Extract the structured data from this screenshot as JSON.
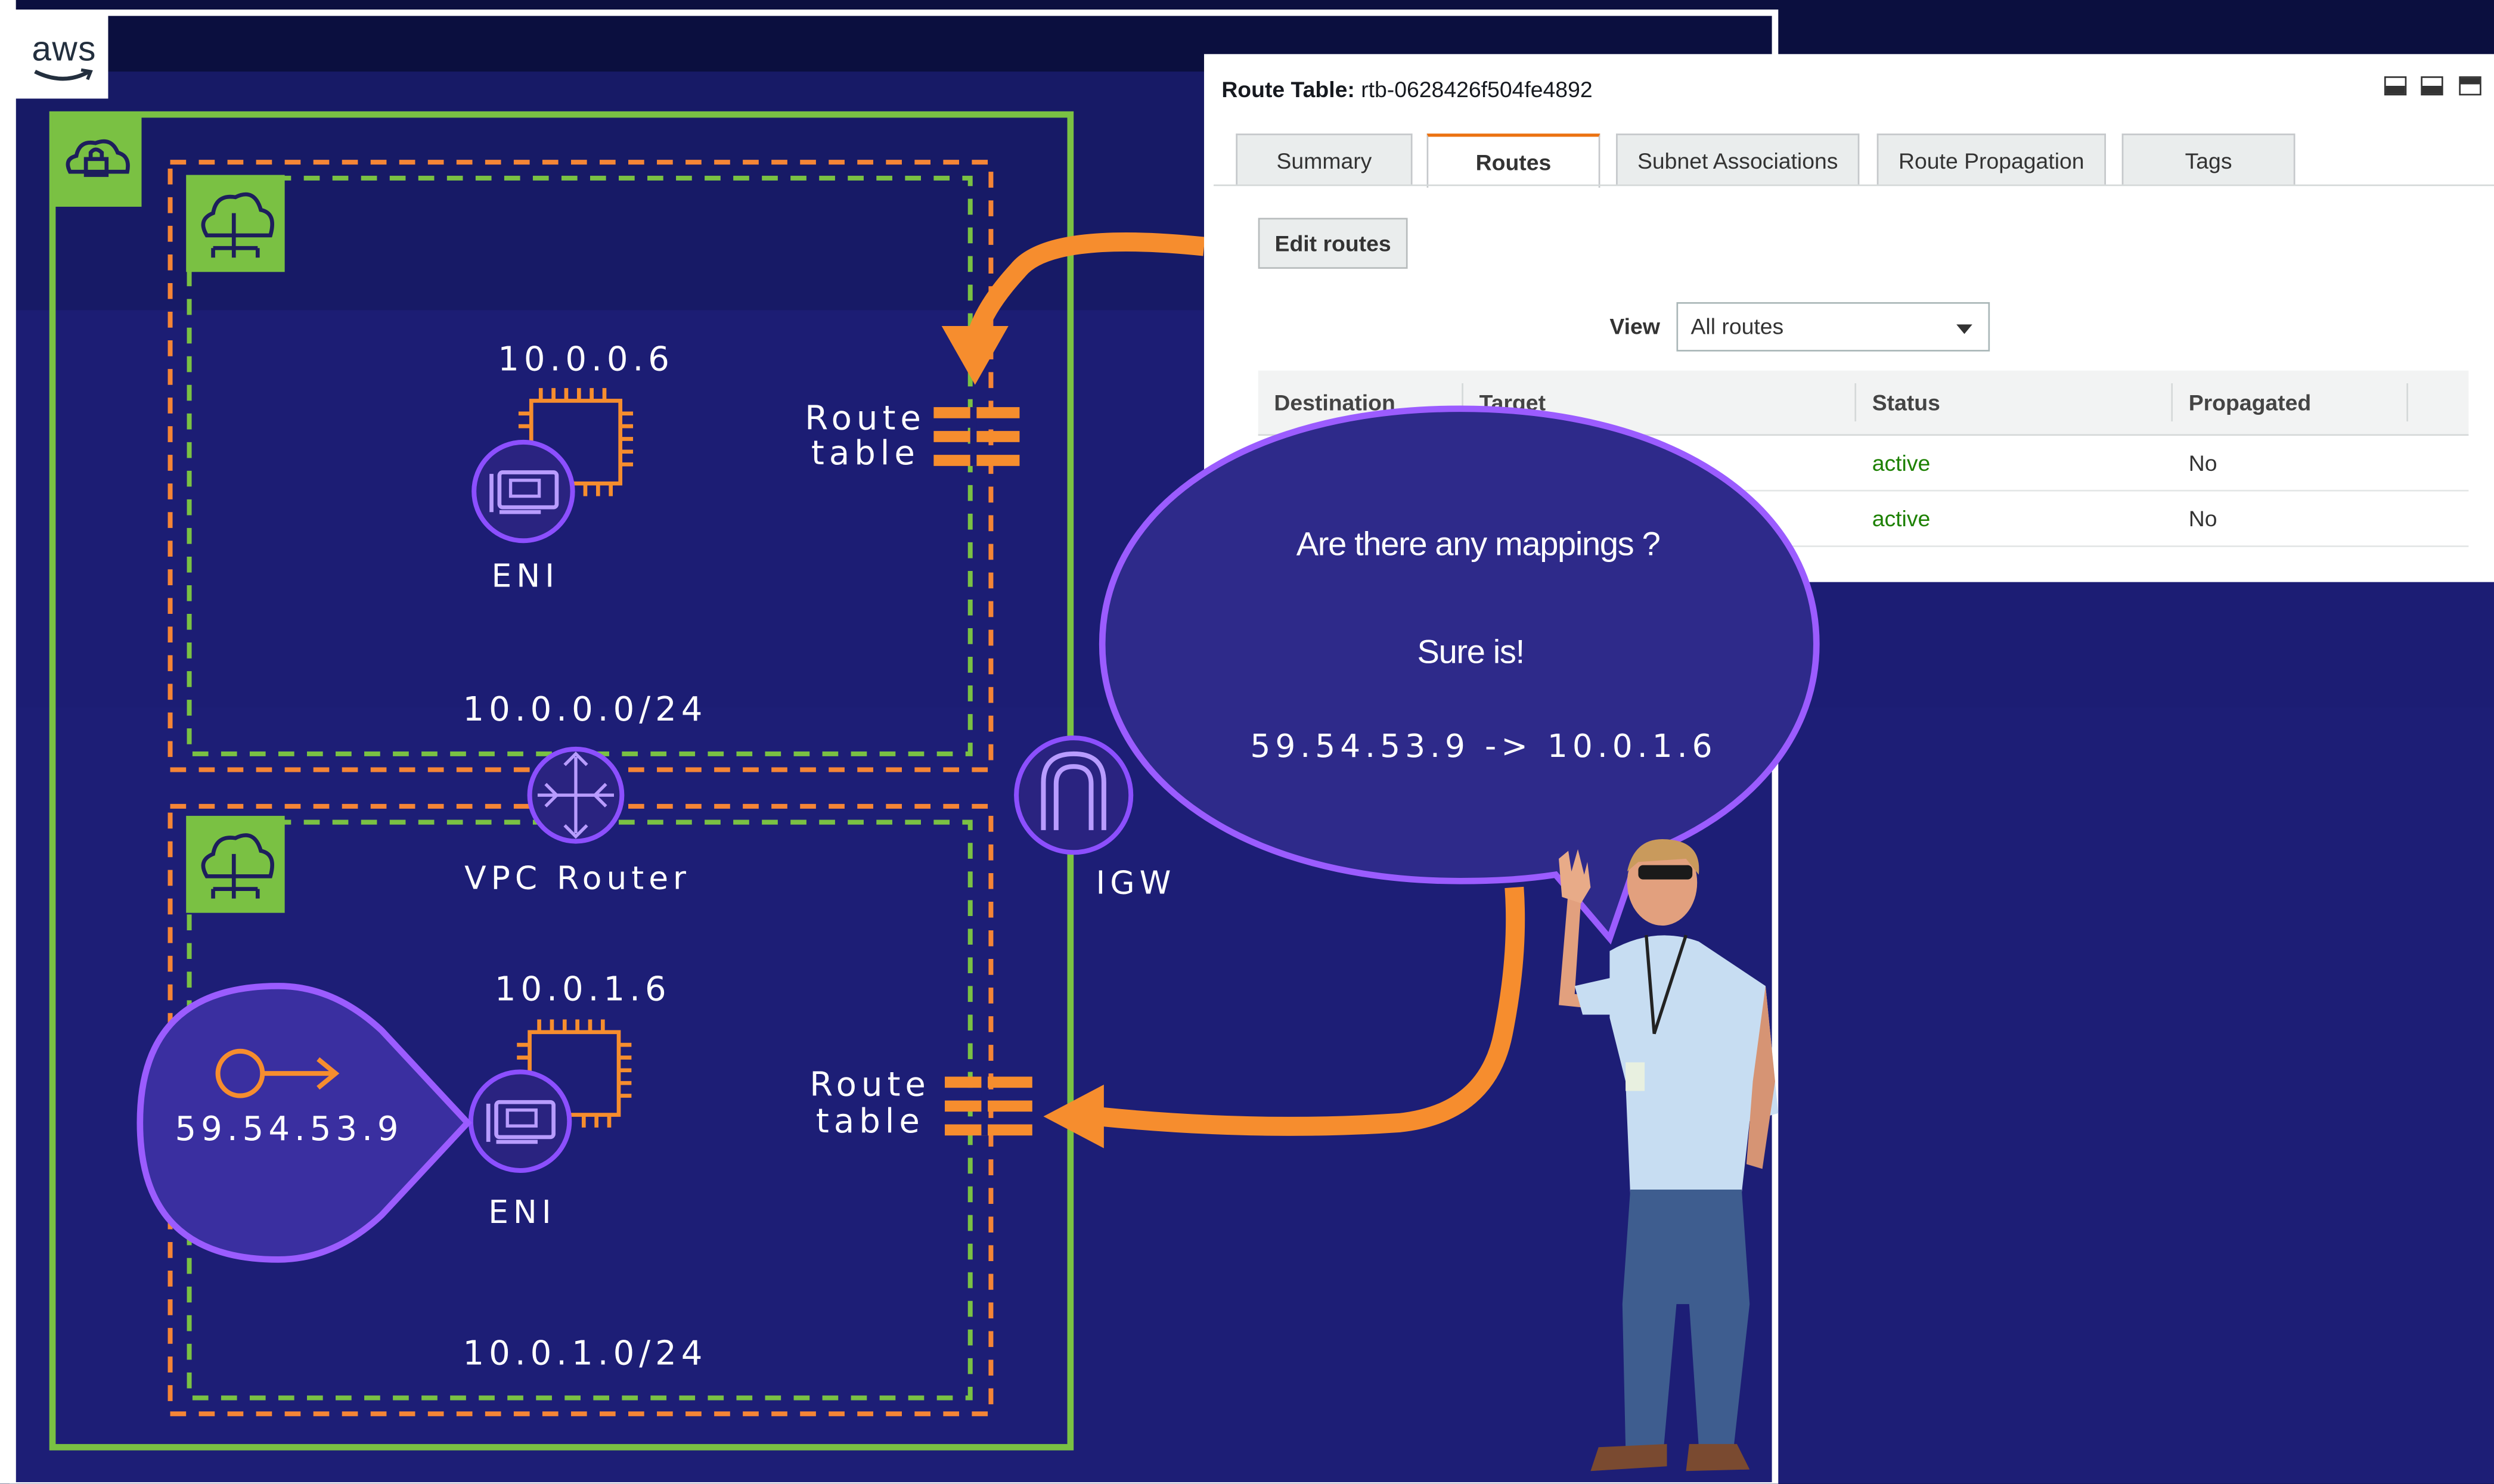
{
  "aws_logo": "aws",
  "diagram": {
    "subnet_1": {
      "eni_ip": "10.0.0.6",
      "eni_label": "ENI",
      "route_table_label_line1": "Route",
      "route_table_label_line2": "table",
      "cidr": "10.0.0.0/24"
    },
    "subnet_2": {
      "eni_ip": "10.0.1.6",
      "eni_label": "ENI",
      "route_table_label_line1": "Route",
      "route_table_label_line2": "table",
      "cidr": "10.0.1.0/24"
    },
    "vpc_router_label": "VPC Router",
    "igw_label": "IGW",
    "public_ip": "59.54.53.9"
  },
  "console": {
    "title_bold": "Route Table:",
    "title_id": "rtb-0628426f504fe4892",
    "tabs": [
      {
        "label": "Summary",
        "active": false
      },
      {
        "label": "Routes",
        "active": true
      },
      {
        "label": "Subnet Associations",
        "active": false
      },
      {
        "label": "Route Propagation",
        "active": false
      },
      {
        "label": "Tags",
        "active": false
      }
    ],
    "edit_button": "Edit routes",
    "view_label": "View",
    "view_select_value": "All routes",
    "columns": [
      "Destination",
      "Target",
      "Status",
      "Propagated"
    ],
    "rows": [
      {
        "status": "active",
        "propagated": "No"
      },
      {
        "status": "active",
        "propagated": "No"
      }
    ]
  },
  "speech_bubble": {
    "line1": "Are there any mappings ?",
    "line2": "Sure is!",
    "line3": "59.54.53.9 -> 10.0.1.6"
  },
  "colors": {
    "vpc_border": "#7ac143",
    "subnet_dashed_orange": "#f58536",
    "subnet_dashed_green": "#7ac143",
    "icon_purple": "#8c4fff",
    "arrow_orange": "#f68d2e",
    "bubble_fill": "#2e2a8a",
    "bubble_border": "#9b5cff",
    "status_green": "#1d8102"
  }
}
